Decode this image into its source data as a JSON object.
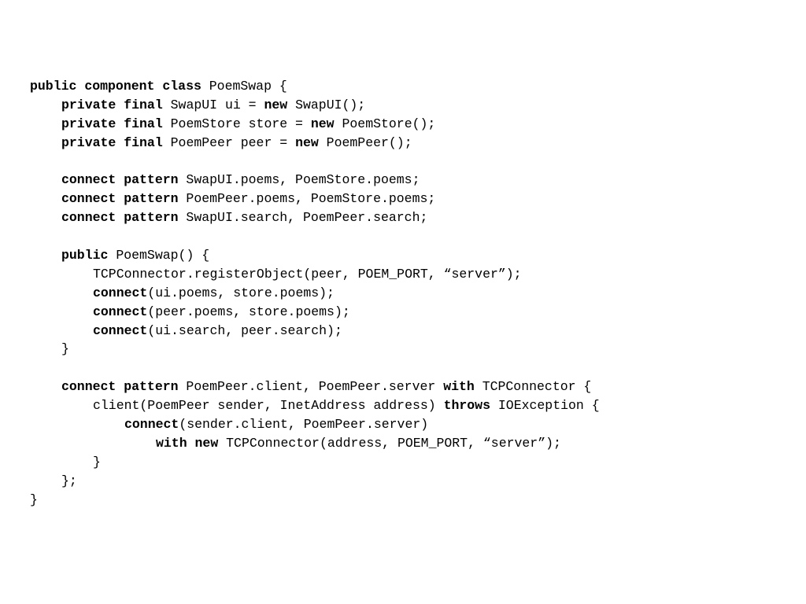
{
  "code_lines": [
    {
      "indent": 0,
      "tokens": [
        {
          "kw": true,
          "t": "public"
        },
        {
          "kw": false,
          "t": " "
        },
        {
          "kw": true,
          "t": "component"
        },
        {
          "kw": false,
          "t": " "
        },
        {
          "kw": true,
          "t": "class"
        },
        {
          "kw": false,
          "t": " PoemSwap {"
        }
      ]
    },
    {
      "indent": 1,
      "tokens": [
        {
          "kw": true,
          "t": "private"
        },
        {
          "kw": false,
          "t": " "
        },
        {
          "kw": true,
          "t": "final"
        },
        {
          "kw": false,
          "t": " SwapUI ui = "
        },
        {
          "kw": true,
          "t": "new"
        },
        {
          "kw": false,
          "t": " SwapUI();"
        }
      ]
    },
    {
      "indent": 1,
      "tokens": [
        {
          "kw": true,
          "t": "private"
        },
        {
          "kw": false,
          "t": " "
        },
        {
          "kw": true,
          "t": "final"
        },
        {
          "kw": false,
          "t": " PoemStore store = "
        },
        {
          "kw": true,
          "t": "new"
        },
        {
          "kw": false,
          "t": " PoemStore();"
        }
      ]
    },
    {
      "indent": 1,
      "tokens": [
        {
          "kw": true,
          "t": "private"
        },
        {
          "kw": false,
          "t": " "
        },
        {
          "kw": true,
          "t": "final"
        },
        {
          "kw": false,
          "t": " PoemPeer peer = "
        },
        {
          "kw": true,
          "t": "new"
        },
        {
          "kw": false,
          "t": " PoemPeer();"
        }
      ]
    },
    {
      "indent": 0,
      "tokens": []
    },
    {
      "indent": 1,
      "tokens": [
        {
          "kw": true,
          "t": "connect"
        },
        {
          "kw": false,
          "t": " "
        },
        {
          "kw": true,
          "t": "pattern"
        },
        {
          "kw": false,
          "t": " SwapUI.poems, PoemStore.poems;"
        }
      ]
    },
    {
      "indent": 1,
      "tokens": [
        {
          "kw": true,
          "t": "connect"
        },
        {
          "kw": false,
          "t": " "
        },
        {
          "kw": true,
          "t": "pattern"
        },
        {
          "kw": false,
          "t": " PoemPeer.poems, PoemStore.poems;"
        }
      ]
    },
    {
      "indent": 1,
      "tokens": [
        {
          "kw": true,
          "t": "connect"
        },
        {
          "kw": false,
          "t": " "
        },
        {
          "kw": true,
          "t": "pattern"
        },
        {
          "kw": false,
          "t": " SwapUI.search, PoemPeer.search;"
        }
      ]
    },
    {
      "indent": 0,
      "tokens": []
    },
    {
      "indent": 1,
      "tokens": [
        {
          "kw": true,
          "t": "public"
        },
        {
          "kw": false,
          "t": " PoemSwap() {"
        }
      ]
    },
    {
      "indent": 2,
      "tokens": [
        {
          "kw": false,
          "t": "TCPConnector.registerObject(peer, POEM_PORT, “server”);"
        }
      ]
    },
    {
      "indent": 2,
      "tokens": [
        {
          "kw": true,
          "t": "connect"
        },
        {
          "kw": false,
          "t": "(ui.poems, store.poems);"
        }
      ]
    },
    {
      "indent": 2,
      "tokens": [
        {
          "kw": true,
          "t": "connect"
        },
        {
          "kw": false,
          "t": "(peer.poems, store.poems);"
        }
      ]
    },
    {
      "indent": 2,
      "tokens": [
        {
          "kw": true,
          "t": "connect"
        },
        {
          "kw": false,
          "t": "(ui.search, peer.search);"
        }
      ]
    },
    {
      "indent": 1,
      "tokens": [
        {
          "kw": false,
          "t": "}"
        }
      ]
    },
    {
      "indent": 0,
      "tokens": []
    },
    {
      "indent": 1,
      "tokens": [
        {
          "kw": true,
          "t": "connect"
        },
        {
          "kw": false,
          "t": " "
        },
        {
          "kw": true,
          "t": "pattern"
        },
        {
          "kw": false,
          "t": " PoemPeer.client, PoemPeer.server "
        },
        {
          "kw": true,
          "t": "with"
        },
        {
          "kw": false,
          "t": " TCPConnector {"
        }
      ]
    },
    {
      "indent": 2,
      "tokens": [
        {
          "kw": false,
          "t": "client(PoemPeer sender, InetAddress address) "
        },
        {
          "kw": true,
          "t": "throws"
        },
        {
          "kw": false,
          "t": " IOException {"
        }
      ]
    },
    {
      "indent": 3,
      "tokens": [
        {
          "kw": true,
          "t": "connect"
        },
        {
          "kw": false,
          "t": "(sender.client, PoemPeer.server)"
        }
      ]
    },
    {
      "indent": 4,
      "tokens": [
        {
          "kw": true,
          "t": "with"
        },
        {
          "kw": false,
          "t": " "
        },
        {
          "kw": true,
          "t": "new"
        },
        {
          "kw": false,
          "t": " TCPConnector(address, POEM_PORT, “server”);"
        }
      ]
    },
    {
      "indent": 2,
      "tokens": [
        {
          "kw": false,
          "t": "}"
        }
      ]
    },
    {
      "indent": 1,
      "tokens": [
        {
          "kw": false,
          "t": "};"
        }
      ]
    },
    {
      "indent": 0,
      "tokens": [
        {
          "kw": false,
          "t": "}"
        }
      ]
    }
  ]
}
